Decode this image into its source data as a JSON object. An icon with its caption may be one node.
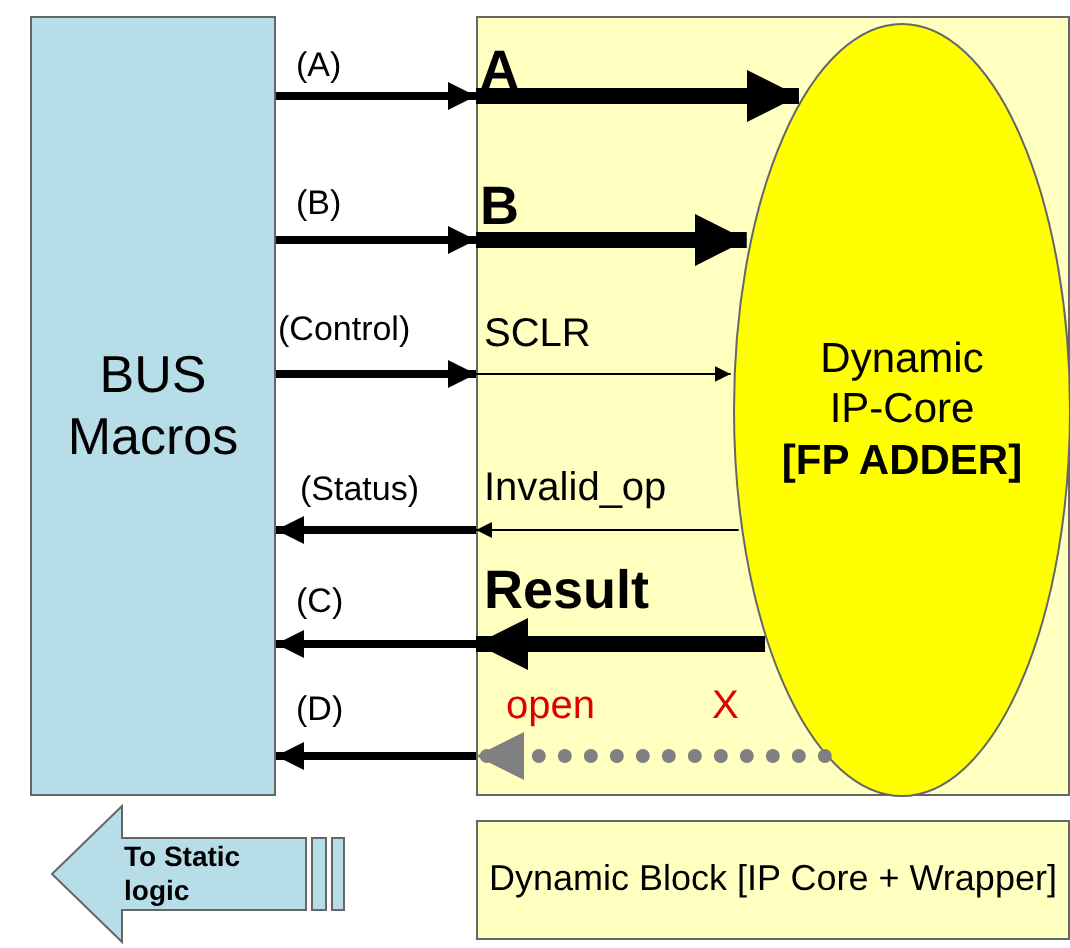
{
  "diagram": {
    "nodes": [
      {
        "text": [
          "BUS Macros"
        ]
      },
      {
        "text": [],
        "shape": "box"
      },
      {
        "text": [
          "Dynamic IP-Core",
          "[FP ADDER]"
        ],
        "in": 1
      },
      {
        "text": [
          "To Static logic"
        ]
      },
      {
        "text": [
          "Dynamic Block [IP Core + Wrapper]"
        ]
      }
    ],
    "edges": [
      {
        "from": 0,
        "to": 1,
        "arrow": "to",
        "label": "(A)"
      },
      {
        "from": 1,
        "to": 2,
        "arrow": "to",
        "label": "A",
        "style": "thick"
      },
      {
        "from": 0,
        "to": 1,
        "arrow": "to",
        "label": "(B)"
      },
      {
        "from": 1,
        "to": 2,
        "arrow": "to",
        "label": "B",
        "style": "thick"
      },
      {
        "from": 0,
        "to": 1,
        "arrow": "to",
        "label": "(Control)"
      },
      {
        "from": 1,
        "to": 2,
        "arrow": "to",
        "label": "SCLR"
      },
      {
        "from": 1,
        "to": 0,
        "arrow": "to",
        "label": "(Status)"
      },
      {
        "from": 2,
        "to": 1,
        "arrow": "to",
        "label": "Invalid_op"
      },
      {
        "from": 1,
        "to": 0,
        "arrow": "to",
        "label": "(C)"
      },
      {
        "from": 2,
        "to": 1,
        "arrow": "to",
        "label": "Result",
        "style": "thick"
      },
      {
        "from": 1,
        "to": 0,
        "arrow": "to",
        "label": "(D)"
      },
      {
        "from": 2,
        "to": 1,
        "arrow": "to",
        "style": "dashed",
        "color": "#808080"
      }
    ],
    "labels": [
      "open",
      "X"
    ]
  }
}
